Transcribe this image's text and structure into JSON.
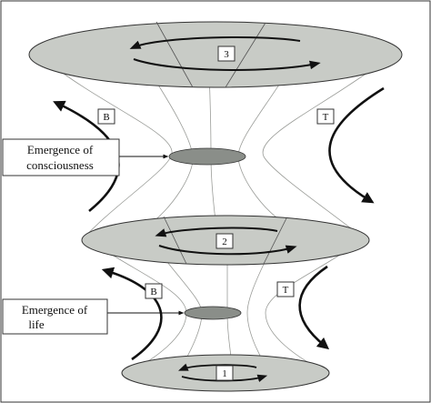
{
  "diagram": {
    "disks": [
      {
        "id": "disk-3",
        "label": "3"
      },
      {
        "id": "disk-2",
        "label": "2"
      },
      {
        "id": "disk-1",
        "label": "1"
      }
    ],
    "flow_labels": {
      "b_upper": "B",
      "t_upper": "T",
      "b_lower": "B",
      "t_lower": "T"
    },
    "annotations": {
      "consciousness_line1": "Emergence of",
      "consciousness_line2": "consciousness",
      "life_line1": "Emergence of",
      "life_line2": "life"
    },
    "colors": {
      "disk_fill": "#c8cbc6",
      "waist_fill": "#8a8e89",
      "stroke": "#222222"
    }
  }
}
